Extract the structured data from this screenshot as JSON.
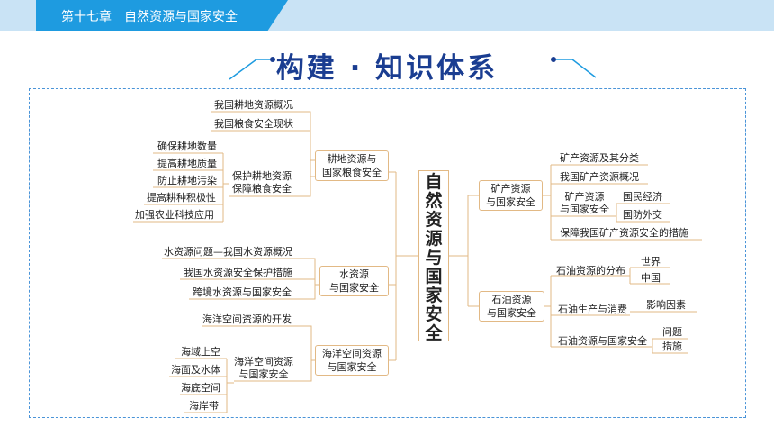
{
  "header": {
    "chapter_title": "第十七章　自然资源与国家安全"
  },
  "section_title": "构建 · 知识体系",
  "center": "自然资源与国家安全",
  "left": {
    "farmland": {
      "label_l1": "耕地资源与",
      "label_l2": "国家粮食安全",
      "items": [
        "我国耕地资源概况",
        "我国粮食安全现状"
      ],
      "protect": {
        "label_l1": "保护耕地资源",
        "label_l2": "保障粮食安全",
        "items": [
          "确保耕地数量",
          "提高耕地质量",
          "防止耕地污染",
          "提高耕种积极性",
          "加强农业科技应用"
        ]
      }
    },
    "water": {
      "label_l1": "水资源",
      "label_l2": "与国家安全",
      "items": [
        "水资源问题—我国水资源概况",
        "我国水资源安全保护措施",
        "跨境水资源与国家安全"
      ]
    },
    "ocean": {
      "label_l1": "海洋空间资源",
      "label_l2": "与国家安全",
      "items": [
        "海洋空间资源的开发"
      ],
      "sub": {
        "label_l1": "海洋空间资源",
        "label_l2": "与国家安全",
        "items": [
          "海域上空",
          "海面及水体",
          "海底空间",
          "海岸带"
        ]
      }
    }
  },
  "right": {
    "mineral": {
      "label_l1": "矿产资源",
      "label_l2": "与国家安全",
      "items": [
        "矿产资源及其分类",
        "我国矿产资源概况"
      ],
      "sub": {
        "label_l1": "矿产资源",
        "label_l2": "与国家安全",
        "items": [
          "国民经济",
          "国防外交"
        ]
      },
      "last": "保障我国矿产资源安全的措施"
    },
    "oil": {
      "label_l1": "石油资源",
      "label_l2": "与国家安全",
      "distribution": {
        "label": "石油资源的分布",
        "items": [
          "世界",
          "中国"
        ]
      },
      "production": {
        "label": "石油生产与消费",
        "items": [
          "影响因素"
        ]
      },
      "security": {
        "label": "石油资源与国家安全",
        "items": [
          "问题",
          "措施"
        ]
      }
    }
  }
}
